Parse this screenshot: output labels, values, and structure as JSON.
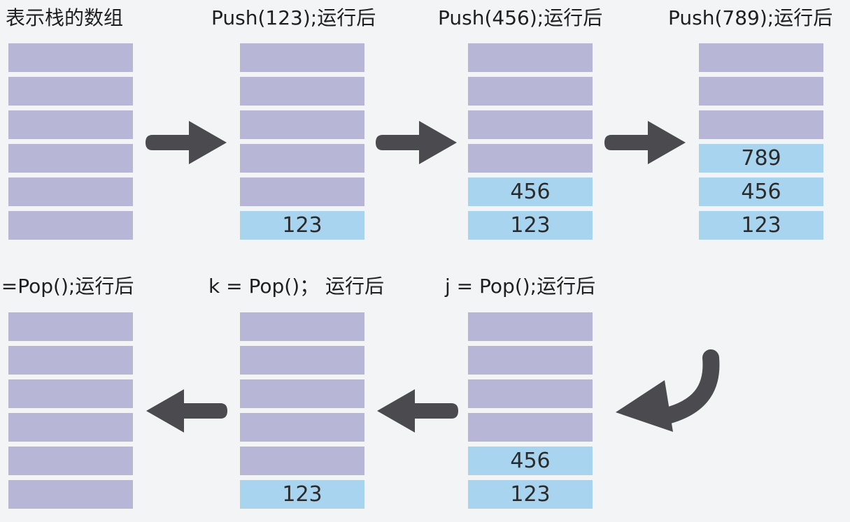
{
  "top_row": [
    {
      "label": "表示栈的数组",
      "cells": [
        "",
        "",
        "",
        "",
        "",
        ""
      ]
    },
    {
      "label": "Push(123);运行后",
      "cells": [
        "",
        "",
        "",
        "",
        "",
        "123"
      ]
    },
    {
      "label": "Push(456);运行后",
      "cells": [
        "",
        "",
        "",
        "",
        "456",
        "123"
      ]
    },
    {
      "label": "Push(789);运行后",
      "cells": [
        "",
        "",
        "",
        "789",
        "456",
        "123"
      ]
    }
  ],
  "bottom_row": [
    {
      "label": "l=Pop();运行后",
      "cells": [
        "",
        "",
        "",
        "",
        "",
        ""
      ]
    },
    {
      "label": "k = Pop()；  运行后",
      "cells": [
        "",
        "",
        "",
        "",
        "",
        "123"
      ]
    },
    {
      "label": "j = Pop();运行后",
      "cells": [
        "",
        "",
        "",
        "",
        "456",
        "123"
      ]
    }
  ],
  "colors": {
    "empty_cell": "#b8b6d6",
    "filled_cell": "#a8d4ef",
    "arrow": "#4a4a4f"
  },
  "icons": [
    "arrow-right-icon",
    "arrow-left-icon",
    "curved-arrow-icon"
  ]
}
